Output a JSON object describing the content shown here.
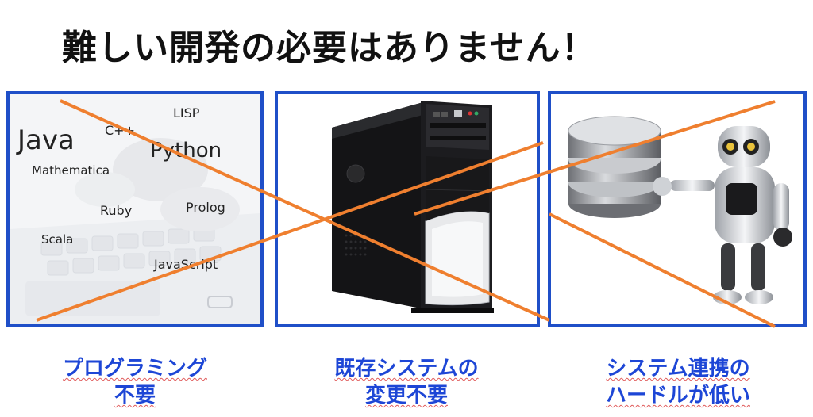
{
  "title": "難しい開発の必要はありません！",
  "languages": {
    "java": "Java",
    "cpp": "C++",
    "lisp": "LISP",
    "python": "Python",
    "mathematica": "Mathematica",
    "ruby": "Ruby",
    "prolog": "Prolog",
    "scala": "Scala",
    "javascript": "JavaScript"
  },
  "captions": {
    "left": [
      "プログラミング",
      "不要"
    ],
    "middle": [
      "既存システムの",
      "変更不要"
    ],
    "right": [
      "システム連携の",
      "ハードルが低い"
    ]
  },
  "colors": {
    "frame": "#1f4fc8",
    "cross": "#ef7f2f",
    "caption": "#1d46d6"
  }
}
